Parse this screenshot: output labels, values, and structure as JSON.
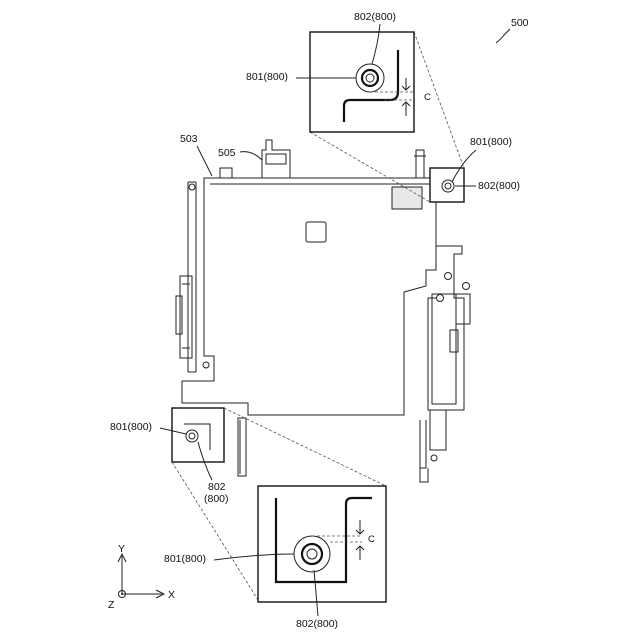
{
  "figure": {
    "ref_main": "500",
    "ref_plate": "503",
    "ref_part": "505"
  },
  "labels": {
    "top_detail_802": "802(800)",
    "top_detail_801": "801(800)",
    "top_detail_c": "C",
    "right_801": "801(800)",
    "right_802": "802(800)",
    "left_801": "801(800)",
    "left_802_line1": "802",
    "left_802_line2": "(800)",
    "bottom_detail_801": "801(800)",
    "bottom_detail_802": "802(800)",
    "bottom_detail_c": "C"
  },
  "axes": {
    "y": "Y",
    "x": "X",
    "z": "Z"
  }
}
